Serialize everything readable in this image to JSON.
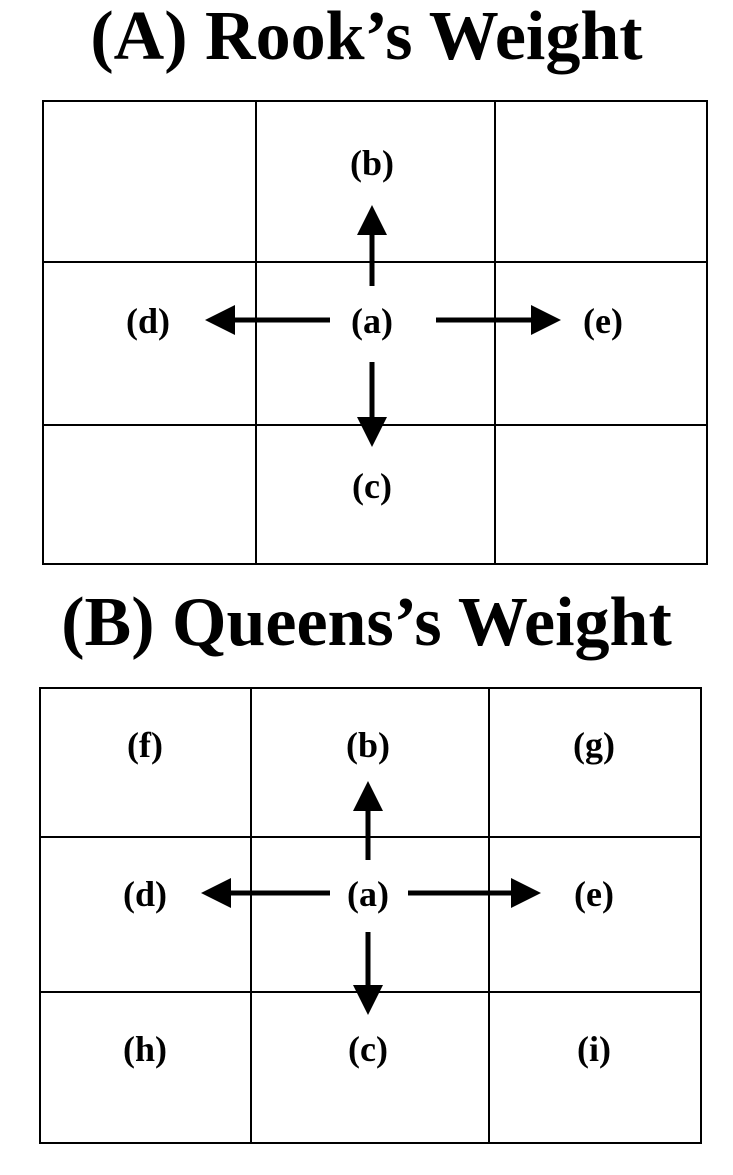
{
  "panels": [
    {
      "title": "(A) Rook’s Weight",
      "labels": {
        "a": "(a)",
        "b": "(b)",
        "c": "(c)",
        "d": "(d)",
        "e": "(e)"
      }
    },
    {
      "title": "(B) Queens’s Weight",
      "labels": {
        "a": "(a)",
        "b": "(b)",
        "c": "(c)",
        "d": "(d)",
        "e": "(e)",
        "f": "(f)",
        "g": "(g)",
        "h": "(h)",
        "i": "(i)"
      }
    }
  ],
  "colors": {
    "line": "#000000",
    "background": "#ffffff"
  }
}
